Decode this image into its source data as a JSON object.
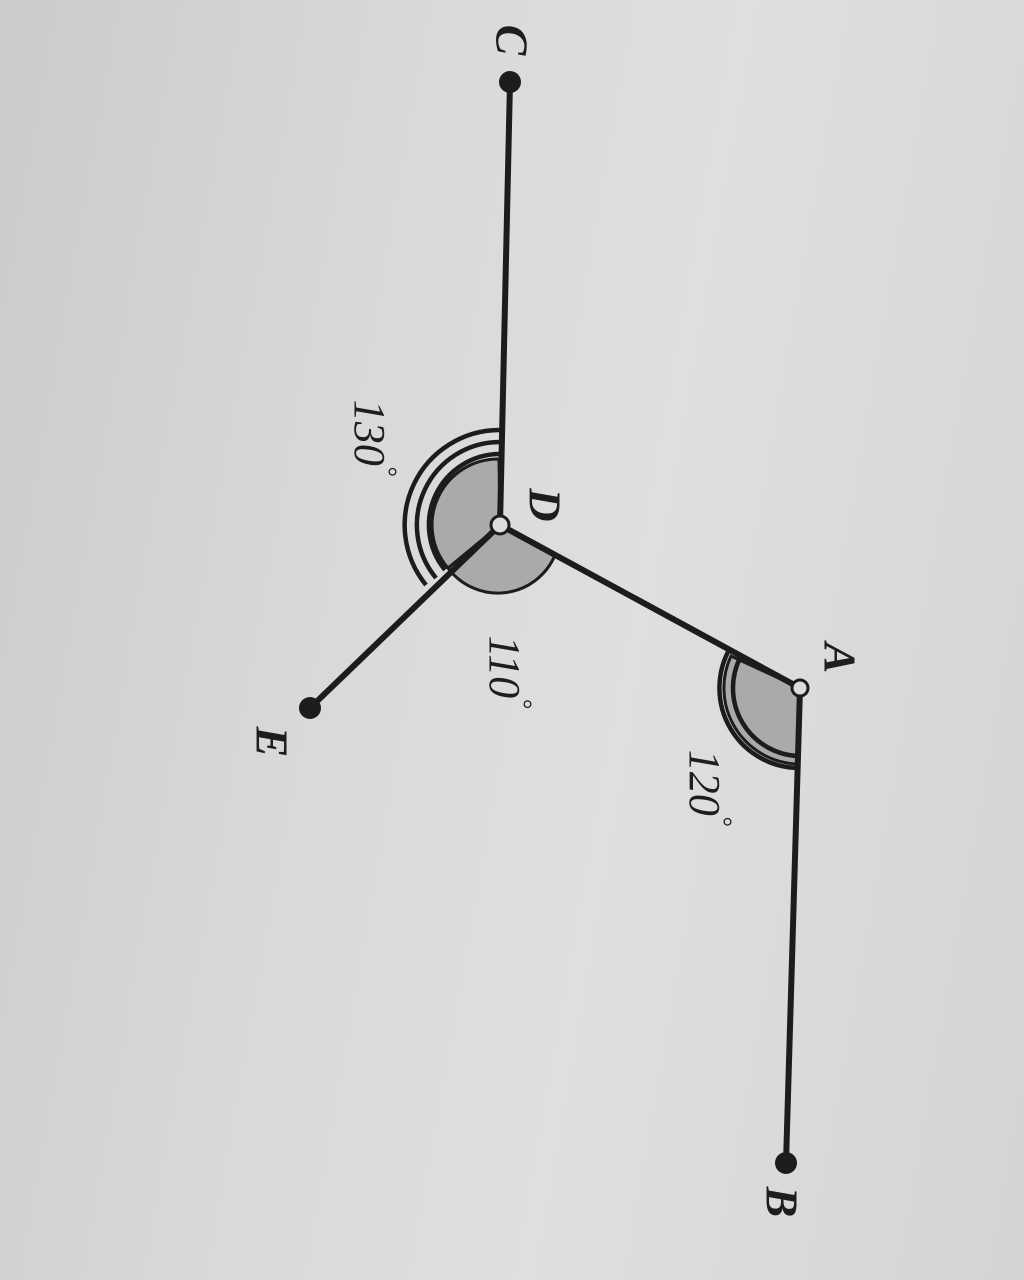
{
  "points": {
    "A": {
      "label": "A"
    },
    "B": {
      "label": "B"
    },
    "C": {
      "label": "C"
    },
    "D": {
      "label": "D"
    },
    "E": {
      "label": "E"
    }
  },
  "angles": {
    "at_A": {
      "text": "120",
      "unit": "°"
    },
    "at_D_CDE": {
      "text": "130",
      "unit": "°"
    },
    "at_D_ADE": {
      "text": "110",
      "unit": "°"
    }
  }
}
